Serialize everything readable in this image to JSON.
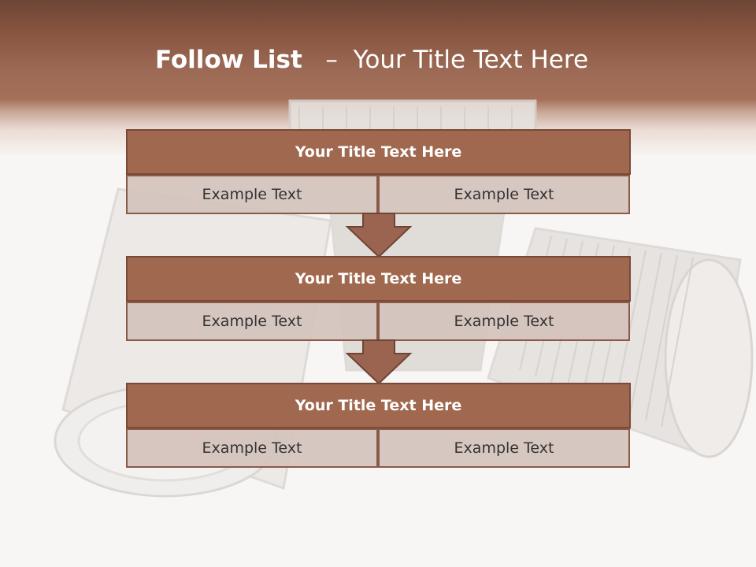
{
  "slide": {
    "title_bold": "Follow List",
    "title_dash": "–",
    "title_rest": "Your Title Text Here"
  },
  "steps": [
    {
      "title": "Your Title Text Here",
      "left": "Example Text",
      "right": "Example Text"
    },
    {
      "title": "Your Title Text Here",
      "left": "Example Text",
      "right": "Example Text"
    },
    {
      "title": "Your Title Text Here",
      "left": "Example Text",
      "right": "Example Text"
    }
  ],
  "colors": {
    "title_fill": "#a0684f",
    "title_border": "#7a4a38",
    "cell_fill": "#d4c3bc",
    "arrow_fill": "#9a6450",
    "header_band": "#a47059"
  },
  "icons": [
    "down-arrow-icon"
  ]
}
